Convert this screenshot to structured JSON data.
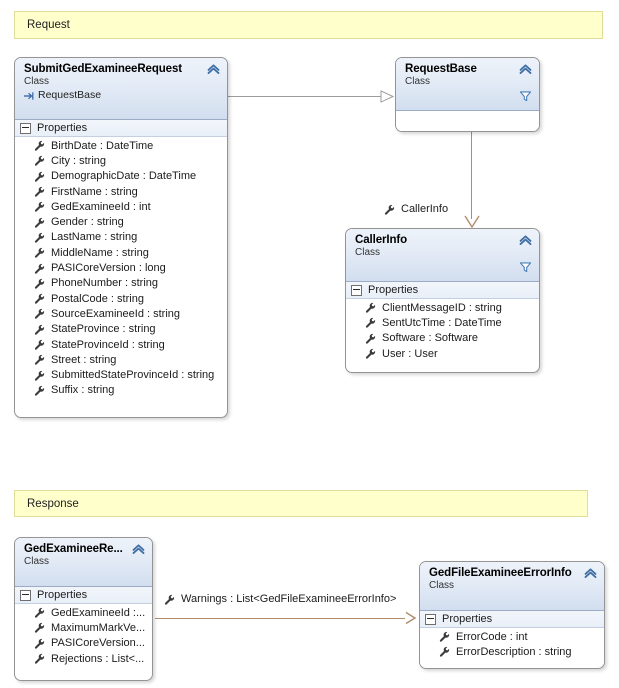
{
  "bands": [
    {
      "name": "request",
      "label": "Request"
    },
    {
      "name": "response",
      "label": "Response"
    }
  ],
  "classes": {
    "submit_ged_examinee_request": {
      "title": "SubmitGedExamineeRequest",
      "stereotype": "Class",
      "base": "RequestBase",
      "compartment": "Properties",
      "members": [
        "BirthDate : DateTime",
        "City : string",
        "DemographicDate : DateTime",
        "FirstName : string",
        "GedExamineeId : int",
        "Gender : string",
        "LastName : string",
        "MiddleName : string",
        "PASICoreVersion : long",
        "PhoneNumber : string",
        "PostalCode : string",
        "SourceExamineeId : string",
        "StateProvince : string",
        "StateProvinceId : string",
        "Street : string",
        "SubmittedStateProvinceId : string",
        "Suffix : string"
      ]
    },
    "request_base": {
      "title": "RequestBase",
      "stereotype": "Class",
      "compartment": "",
      "members": []
    },
    "caller_info": {
      "title": "CallerInfo",
      "stereotype": "Class",
      "compartment": "Properties",
      "members": [
        "ClientMessageID : string",
        "SentUtcTime : DateTime",
        "Software : Software",
        "User : User"
      ]
    },
    "ged_examinee_response": {
      "title": "GedExamineeRe...",
      "stereotype": "Class",
      "compartment": "Properties",
      "members": [
        "GedExamineeId :...",
        "MaximumMarkVe...",
        "PASICoreVersion...",
        "Rejections : List<..."
      ]
    },
    "ged_file_examinee_error_info": {
      "title": "GedFileExamineeErrorInfo",
      "stereotype": "Class",
      "compartment": "Properties",
      "members": [
        "ErrorCode : int",
        "ErrorDescription : string"
      ]
    }
  },
  "associations": [
    {
      "name": "caller-info-association",
      "label": "CallerInfo"
    },
    {
      "name": "warnings-association",
      "label": "Warnings : List<GedFileExamineeErrorInfo>"
    }
  ],
  "colors": {
    "band_fill": "#ffffcc",
    "band_border": "#e0dc9a",
    "class_border": "#949494",
    "header_gradient_top": "#eef3fa",
    "header_gradient_bottom": "#d2deef",
    "inheritance_line": "#9c9c9c",
    "association_line": "#b08c6a",
    "funnel_icon": "#4a7fb5"
  },
  "icons": {
    "collapse": "chevron-up-icon",
    "filter": "funnel-icon",
    "property": "wrench-icon",
    "expander": "minus-square-icon",
    "base_class": "arrow-right-bar-icon"
  }
}
